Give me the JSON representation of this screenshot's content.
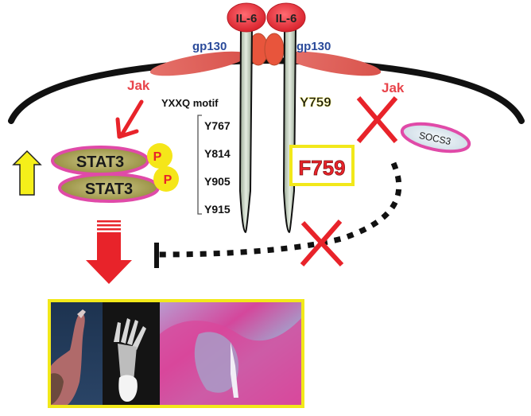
{
  "receptor": {
    "ligand_left": "IL-6",
    "ligand_right": "IL-6",
    "gp130_left": "gp130",
    "gp130_right": "gp130",
    "jak_left": "Jak",
    "jak_right": "Jak"
  },
  "left_chain": {
    "motif_label": "YXXQ motif",
    "tyrosines": [
      "Y767",
      "Y814",
      "Y905",
      "Y915"
    ]
  },
  "right_chain": {
    "wildtype_site": "Y759",
    "mutant_site": "F759"
  },
  "stat3": {
    "dimer_top": "STAT3",
    "dimer_bottom": "STAT3",
    "phospho_top": "P",
    "phospho_bottom": "P"
  },
  "socs3": {
    "label": "SOCS3"
  },
  "outcome_panel": {
    "images": [
      "swollen-paw-photo",
      "paw-xray",
      "joint-histology-he-stain"
    ]
  },
  "colors": {
    "membrane": "#111111",
    "il6": "#e8303a",
    "gp130_text": "#2a4a9a",
    "jak": "#e2655e",
    "inhibit_cross": "#e8232a",
    "stat3_fill": "#a8a050",
    "stat3_border": "#e04aa8",
    "phospho": "#f5e619",
    "up_arrow": "#f5ef1a",
    "down_arrow": "#e8232a",
    "highlight_box": "#f2e81a"
  }
}
